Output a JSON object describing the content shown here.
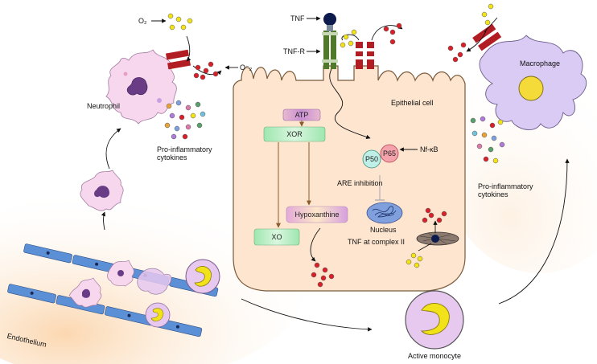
{
  "labels": {
    "tnf": "TNF",
    "tnf_r": "TNF-R",
    "o2": "O₂",
    "o2_minus": "O⁻₂",
    "neutrophil": "Neutrophil",
    "pro_inflam_left": "Pro-inflammatory\ncytokines",
    "epithelial": "Epithelial cell",
    "atp": "ATP",
    "xor": "XOR",
    "hypoxanthine": "Hypoxanthine",
    "xo": "XO",
    "p50": "P50",
    "p65": "P65",
    "nfkb": "Nf-κB",
    "are": "ARE inhibition",
    "nucleus": "Nucleus",
    "tnf_complex": "TNF at complex II",
    "macrophage": "Macrophage",
    "pro_inflam_right": "Pro-inflammatory\ncytokines",
    "endothelium": "Endothelium",
    "active_monocyte": "Active monocyte"
  },
  "colors": {
    "cytoplasm": "#fde5cf",
    "cytoplasm_stroke": "#7a5a3a",
    "neutrophil": "#f6d7ee",
    "macrophage": "#d9cbf3",
    "receptor_green": "#4f7a2a",
    "receptor_red": "#b21d24",
    "dot_red": "#d6202a",
    "dot_yellow": "#f2e21a",
    "tnf_ball": "#0c1a4d",
    "vessel": "#5b8fd6",
    "monocyte": "#e7c8ef",
    "nucleus": "#7fa0dd",
    "p50": "#bff0e8",
    "p65": "#f4a3ac"
  }
}
